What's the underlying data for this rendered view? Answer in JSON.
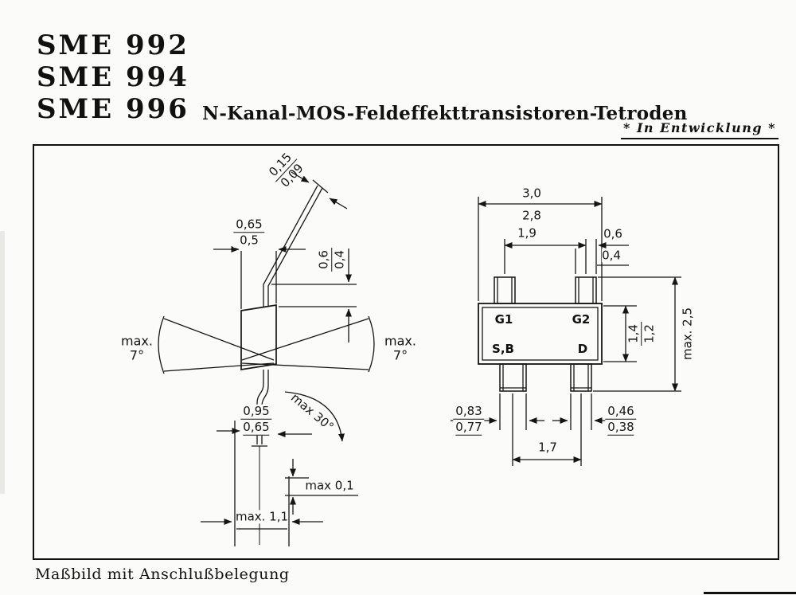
{
  "header": {
    "models": [
      "SME 992",
      "SME 994",
      "SME 996"
    ],
    "title": "N-Kanal-MOS-Feldeffekttransistoren-Tetroden",
    "status": "* In Entwicklung *"
  },
  "figure": {
    "caption": "Maßbild mit Anschlußbelegung",
    "side_view": {
      "lead_thickness": {
        "max": "0,15",
        "min": "0,09"
      },
      "body_width": {
        "max": "0,65",
        "min": "0,5"
      },
      "shoulder_height": {
        "max": "0,6",
        "min": "0,4"
      },
      "lead_angle_left": {
        "line1": "max.",
        "line2": "7°"
      },
      "lead_angle_right": {
        "line1": "max.",
        "line2": "7°"
      },
      "foot_length": {
        "max": "0,95",
        "min": "0,65"
      },
      "bend_angle": "max 30°",
      "standoff": "max 0,1",
      "overall_height": "max. 1,1"
    },
    "top_view": {
      "body_width": {
        "max": "3,0",
        "min": "2,8"
      },
      "pin_pitch_top": "1,9",
      "pin_width_top": {
        "max": "0,6",
        "min": "0,4"
      },
      "body_depth": {
        "max": "1,4",
        "min": "1,2"
      },
      "overall_depth": "max. 2,5",
      "pin_width_bottom_left": {
        "max": "0,83",
        "min": "0,77"
      },
      "pin_width_bottom_right": {
        "max": "0,46",
        "min": "0,38"
      },
      "pin_pitch_bottom": "1,7",
      "pin_labels": {
        "g1": "G1",
        "g2": "G2",
        "sb": "S,B",
        "d": "D"
      }
    }
  },
  "colors": {
    "ink": "#151515",
    "paper": "#fbfbfa"
  }
}
